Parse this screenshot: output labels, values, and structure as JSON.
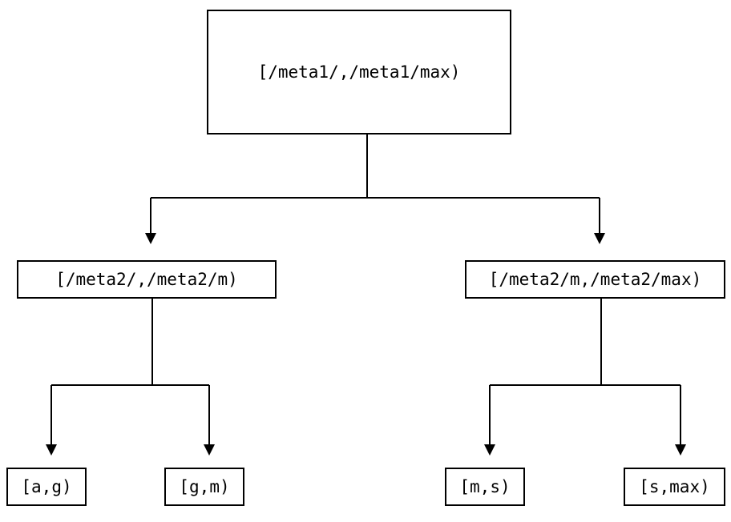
{
  "diagram": {
    "type": "tree",
    "orientation": "top-down",
    "background_color": "#ffffff",
    "line_color": "#000000",
    "text_color": "#000000",
    "arrowhead": "filled-triangle-down",
    "nodes": {
      "root": {
        "label": "[/meta1/,/meta1/max)"
      },
      "mid_left": {
        "label": "[/meta2/,/meta2/m)"
      },
      "mid_right": {
        "label": "[/meta2/m,/meta2/max)"
      },
      "leaf_ag": {
        "label": "[a,g)"
      },
      "leaf_gm": {
        "label": "[g,m)"
      },
      "leaf_ms": {
        "label": "[m,s)"
      },
      "leaf_smax": {
        "label": "[s,max)"
      }
    },
    "edges": [
      {
        "from": "root",
        "to": "mid_left"
      },
      {
        "from": "root",
        "to": "mid_right"
      },
      {
        "from": "mid_left",
        "to": "leaf_ag"
      },
      {
        "from": "mid_left",
        "to": "leaf_gm"
      },
      {
        "from": "mid_right",
        "to": "leaf_ms"
      },
      {
        "from": "mid_right",
        "to": "leaf_smax"
      }
    ]
  }
}
